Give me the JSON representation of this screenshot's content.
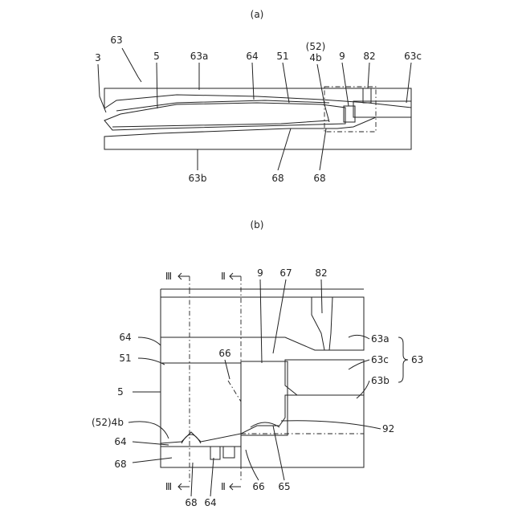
{
  "figure_a": {
    "caption": "(a)",
    "labels": {
      "l3": "3",
      "l63": "63",
      "l5": "5",
      "l63a": "63a",
      "l64": "64",
      "l51": "51",
      "l52": "(52)",
      "l4b": "4b",
      "l9": "9",
      "l82": "82",
      "l63c": "63c",
      "l63b": "63b",
      "l68a": "68",
      "l68b": "68"
    }
  },
  "figure_b": {
    "caption": "(b)",
    "labels": {
      "III_top": "Ⅲ",
      "II_top": "Ⅱ",
      "l9": "9",
      "l67": "67",
      "l82": "82",
      "l64": "64",
      "l66a": "66",
      "l63a": "63a",
      "l51": "51",
      "l63c": "63c",
      "l63": "63",
      "l63b": "63b",
      "l5": "5",
      "l524b": "(52)4b",
      "l92": "92",
      "l64b": "64",
      "l68": "68",
      "III_bot": "Ⅲ",
      "II_bot": "Ⅱ",
      "l66b": "66",
      "l65": "65",
      "l68b": "68",
      "l64c": "64"
    }
  }
}
